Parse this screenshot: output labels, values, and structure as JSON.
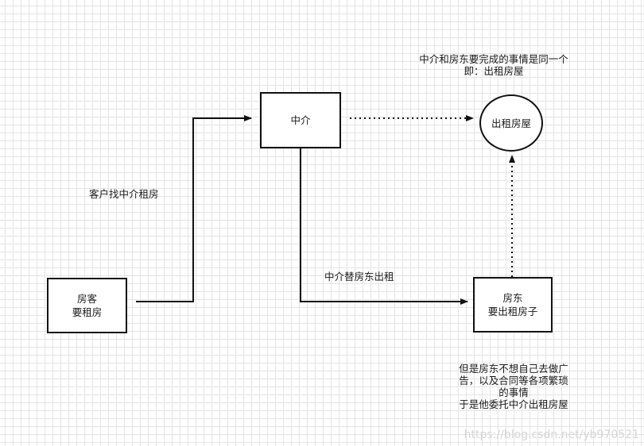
{
  "nodes": {
    "tenant": {
      "line1": "房客",
      "line2": "要租房"
    },
    "agent": {
      "line1": "中介"
    },
    "goal": {
      "line1": "出租房屋"
    },
    "landlord": {
      "line1": "房东",
      "line2": "要出租房子"
    }
  },
  "edges": {
    "tenant_to_agent": "客户找中介租房",
    "agent_to_landlord": "中介替房东出租"
  },
  "notes": {
    "top": [
      "中介和房东要完成的事情是同一个",
      "即：出租房屋"
    ],
    "bottom": [
      "但是房东不想自己去做广",
      "告，以及合同等各项繁琐",
      "的事情",
      "于是他委托中介出租房屋"
    ]
  },
  "watermark": "https://blog.csdn.net/yb970521"
}
